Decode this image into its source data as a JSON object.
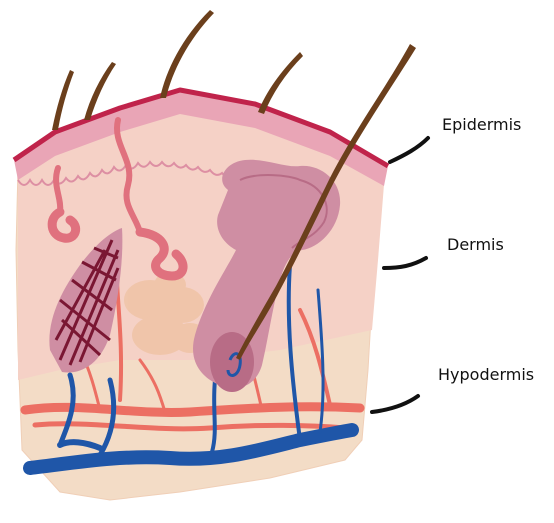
{
  "labels": {
    "epidermis": "Epidermis",
    "dermis": "Dermis",
    "hypodermis": "Hypodermis"
  },
  "colors": {
    "hypodermis_fill": "#f3dcc6",
    "dermis_fill": "#f5d1c6",
    "epidermis_pink": "#e9a5b6",
    "epidermis_edge": "#c0234b",
    "hair": "#6b3f1c",
    "follicle": "#cf8ea3",
    "gland_dark": "#7a1733",
    "sweat_gland": "#e0717e",
    "vein": "#1f56a8",
    "artery": "#ec6f63",
    "fat": "#f0c4a8",
    "pointer": "#111111"
  },
  "icons": [
    "hair-strand",
    "hair-follicle",
    "sebaceous-gland",
    "sweat-gland",
    "blood-vessel",
    "fat-lobule"
  ]
}
